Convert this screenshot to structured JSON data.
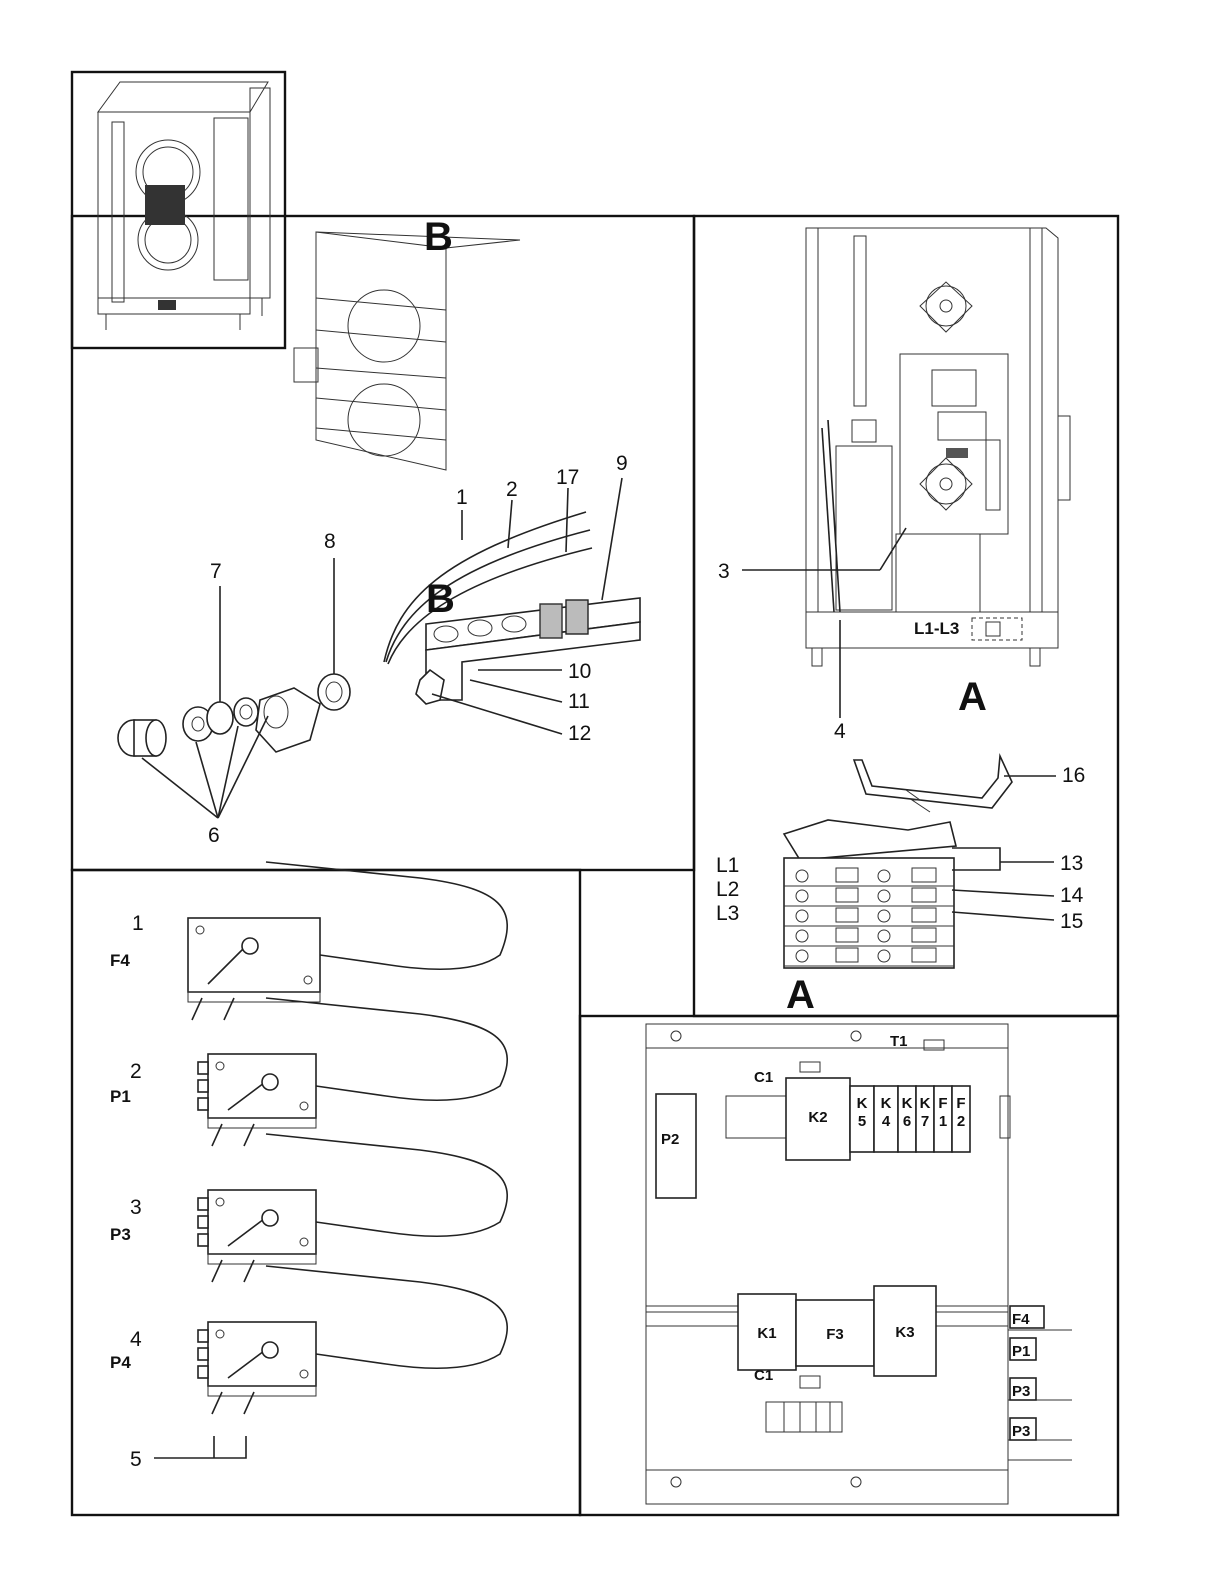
{
  "thumbnail": {
    "name": "oven-overview"
  },
  "panel_b": {
    "section_letter": "B",
    "section_letter_2": "B",
    "callouts": [
      "1",
      "2",
      "17",
      "9",
      "8",
      "7",
      "10",
      "11",
      "12",
      "6"
    ]
  },
  "panel_a": {
    "section_letter": "A",
    "section_letter_2": "A",
    "terminal_range_label": "L1-L3",
    "callouts": [
      "3",
      "4",
      "16",
      "13",
      "14",
      "15"
    ],
    "terminal_labels": [
      "L1",
      "L2",
      "L3"
    ]
  },
  "panel_thermostats": {
    "items": [
      {
        "number": "1",
        "code": "F4"
      },
      {
        "number": "2",
        "code": "P1"
      },
      {
        "number": "3",
        "code": "P3"
      },
      {
        "number": "4",
        "code": "P4"
      }
    ],
    "screws_callout": "5"
  },
  "panel_board": {
    "top_labels": {
      "t1": "T1",
      "c1_top": "C1",
      "c1_bottom": "C1"
    },
    "relays_top": [
      "K2",
      "K\n5",
      "K\n4",
      "K\n6",
      "K\n7",
      "F\n1",
      "F\n2"
    ],
    "relay_p2": "P2",
    "rail_modules": [
      "K1",
      "F3",
      "K3"
    ],
    "side_labels": [
      "F4",
      "P1",
      "P3",
      "P3"
    ]
  }
}
